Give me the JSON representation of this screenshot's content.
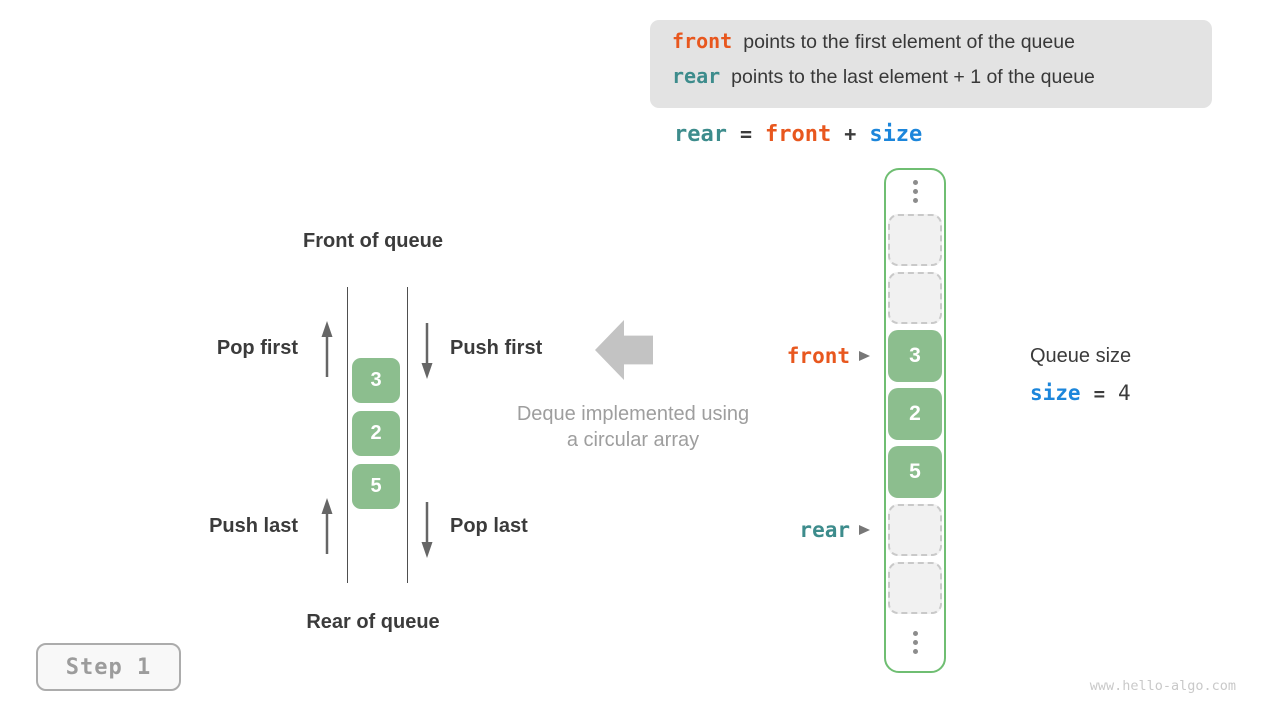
{
  "info_box": {
    "line1": {
      "keyword": "front",
      "text": "points to the first element of the queue"
    },
    "line2": {
      "keyword": "rear",
      "text": "points to the last element + 1 of the queue"
    }
  },
  "formula": {
    "rear": "rear",
    "eq": "=",
    "front": "front",
    "plus": "+",
    "size": "size"
  },
  "left_diagram": {
    "front_title": "Front of queue",
    "rear_title": "Rear of queue",
    "pop_first": "Pop first",
    "push_first": "Push first",
    "push_last": "Push last",
    "pop_last": "Pop last",
    "cells": [
      "3",
      "2",
      "5"
    ]
  },
  "center_caption": {
    "line1": "Deque implemented using",
    "line2": "a circular array"
  },
  "array_panel": {
    "front_pointer": "front",
    "rear_pointer": "rear",
    "cells": [
      {
        "type": "empty"
      },
      {
        "type": "empty"
      },
      {
        "type": "filled",
        "value": "3"
      },
      {
        "type": "filled",
        "value": "2"
      },
      {
        "type": "filled",
        "value": "5"
      },
      {
        "type": "empty"
      },
      {
        "type": "empty"
      }
    ]
  },
  "queue_size": {
    "label": "Queue size",
    "variable": "size",
    "eq": "=",
    "value": "4"
  },
  "step_label": "Step 1",
  "watermark": "www.hello-algo.com",
  "colors": {
    "front_accent": "#E8571E",
    "rear_accent": "#3D8C8C",
    "size_accent": "#1C86DB",
    "cell_green": "#8CBE8E",
    "array_border_green": "#6FBE72",
    "info_box_bg": "#E3E3E3",
    "caption_gray": "#9E9E9E"
  }
}
